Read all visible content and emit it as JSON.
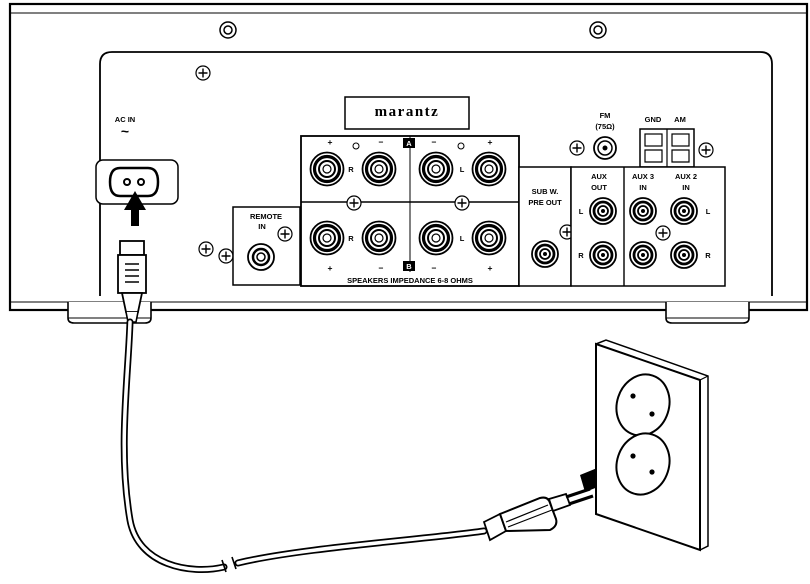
{
  "brand": "marantz",
  "labels": {
    "ac_in": "AC IN",
    "ac_symbol": "~",
    "remote_in_1": "REMOTE",
    "remote_in_2": "IN",
    "speaker_group_a": "A",
    "speaker_group_b": "B",
    "speakers_impedance": "SPEAKERS IMPEDANCE  6-8 OHMS",
    "plus": "+",
    "minus": "−",
    "right": "R",
    "left": "L",
    "sub_w_1": "SUB W.",
    "sub_w_2": "PRE OUT",
    "fm_1": "FM",
    "fm_2": "(75Ω)",
    "gnd": "GND",
    "am": "AM",
    "aux_out_1": "AUX",
    "aux_out_2": "OUT",
    "aux3_1": "AUX 3",
    "aux3_2": "IN",
    "aux2_1": "AUX 2",
    "aux2_2": "IN"
  },
  "icons": {
    "screw": "screw-icon",
    "arrow": "arrow-up-icon",
    "plug": "power-plug-icon",
    "outlet": "wall-outlet-icon"
  },
  "colors": {
    "line": "#000000",
    "panel": "#ffffff",
    "tag_fill": "#000000"
  }
}
